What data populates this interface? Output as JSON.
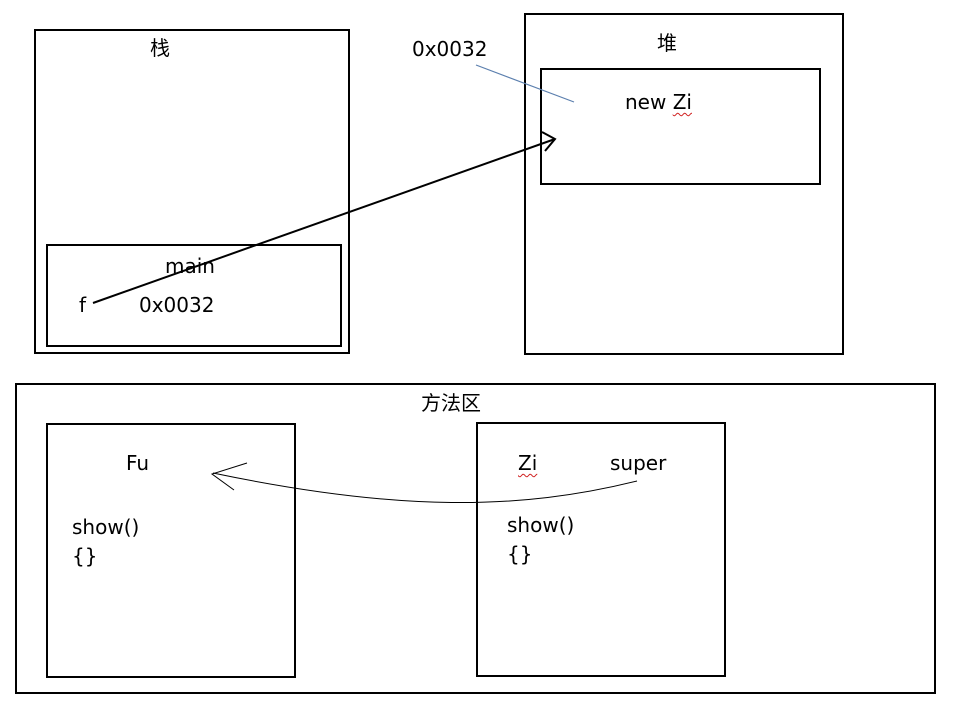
{
  "stack": {
    "title": "栈",
    "frame": {
      "title": "main",
      "var_name": "f",
      "var_value": "0x0032"
    }
  },
  "heap": {
    "title": "堆",
    "address_label": "0x0032",
    "object": {
      "label_prefix": "new ",
      "label_class": "Zi"
    }
  },
  "method_area": {
    "title": "方法区",
    "fu_class": {
      "name": "Fu",
      "method": "show()",
      "body": "{}"
    },
    "zi_class": {
      "name": "Zi",
      "super_label": "super",
      "method": "show()",
      "body": "{}"
    }
  },
  "colors": {
    "line": "#000000",
    "address_link": "#5b7fae",
    "spell_underline": "#d02020"
  }
}
